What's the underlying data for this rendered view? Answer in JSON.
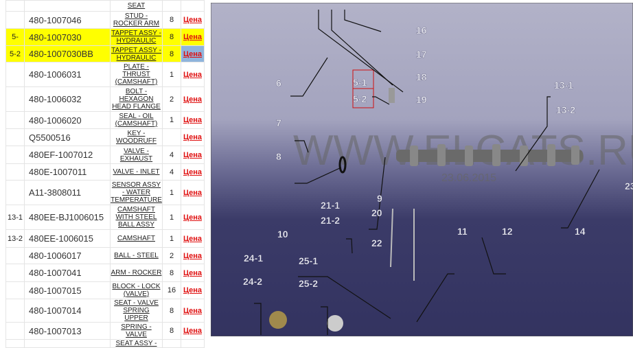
{
  "parts": [
    {
      "pos": "",
      "number": "",
      "name": "SEAT",
      "qty": "",
      "price": ""
    },
    {
      "pos": "",
      "number": "480-1007046",
      "name": "STUD - ROCKER ARM",
      "qty": "8",
      "price": "Цена"
    },
    {
      "pos": "5-",
      "number": "480-1007030",
      "name": "TAPPET ASSY - HYDRAULIC",
      "qty": "8",
      "price": "Цена",
      "highlight": true
    },
    {
      "pos": "5-2",
      "number": "480-1007030BB",
      "name": "TAPPET ASSY - HYDRAULIC",
      "qty": "8",
      "price": "Цена",
      "highlight": true,
      "selected": true
    },
    {
      "pos": "",
      "number": "480-1006031",
      "name": "PLATE - THRUST (CAMSHAFT)",
      "qty": "1",
      "price": "Цена"
    },
    {
      "pos": "",
      "number": "480-1006032",
      "name": "BOLT - HEXAGON HEAD FLANGE",
      "qty": "2",
      "price": "Цена"
    },
    {
      "pos": "",
      "number": "480-1006020",
      "name": "SEAL - OIL (CAMSHAFT)",
      "qty": "1",
      "price": "Цена"
    },
    {
      "pos": "",
      "number": "Q5500516",
      "name": "KEY - WOODRUFF",
      "qty": "",
      "price": "Цена"
    },
    {
      "pos": "",
      "number": "480EF-1007012",
      "name": "VALVE - EXHAUST",
      "qty": "4",
      "price": "Цена"
    },
    {
      "pos": "",
      "number": "480E-1007011",
      "name": "VALVE - INLET",
      "qty": "4",
      "price": "Цена"
    },
    {
      "pos": "",
      "number": "A11-3808011",
      "name": "SENSOR ASSY - WATER TEMPERATURE",
      "qty": "1",
      "price": "Цена"
    },
    {
      "pos": "13-1",
      "number": "480EE-BJ1006015",
      "name": "CAMSHAFT WITH STEEL BALL ASSY",
      "qty": "1",
      "price": "Цена"
    },
    {
      "pos": "13-2",
      "number": "480EE-1006015",
      "name": "CAMSHAFT",
      "qty": "1",
      "price": "Цена"
    },
    {
      "pos": "",
      "number": "480-1006017",
      "name": "BALL - STEEL",
      "qty": "2",
      "price": "Цена"
    },
    {
      "pos": "",
      "number": "480-1007041",
      "name": "ARM - ROCKER",
      "qty": "8",
      "price": "Цена"
    },
    {
      "pos": "",
      "number": "480-1007015",
      "name": "BLOCK - LOCK (VALVE)",
      "qty": "16",
      "price": "Цена"
    },
    {
      "pos": "",
      "number": "480-1007014",
      "name": "SEAT - VALVE SPRING UPPER",
      "qty": "8",
      "price": "Цена"
    },
    {
      "pos": "",
      "number": "480-1007013",
      "name": "SPRING - VALVE",
      "qty": "8",
      "price": "Цена"
    },
    {
      "pos": "",
      "number": "",
      "name": "SEAT ASSY -",
      "qty": "",
      "price": ""
    }
  ],
  "diagram": {
    "watermark": "WWW.ELCATS.RU",
    "date": "23.06.2015",
    "labels": [
      "6",
      "5-1",
      "5-2",
      "16",
      "17",
      "18",
      "19",
      "7",
      "8",
      "9",
      "13-1",
      "13-2",
      "14",
      "12",
      "11",
      "10",
      "20",
      "21-1",
      "21-2",
      "22",
      "24-1",
      "24-2",
      "25-1",
      "25-2",
      "23"
    ]
  }
}
